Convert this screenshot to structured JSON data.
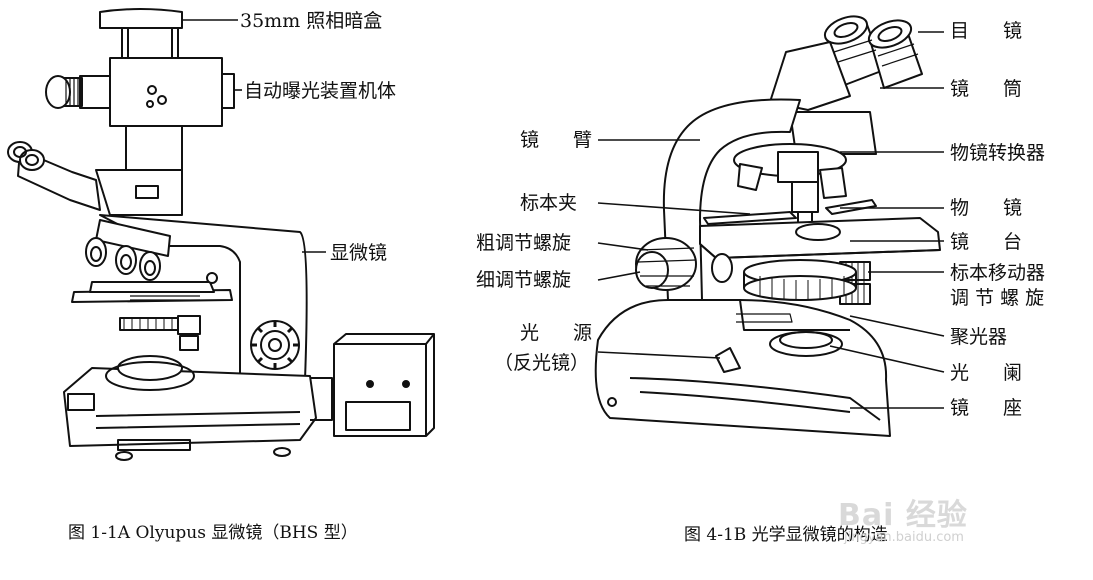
{
  "figure_a": {
    "labels": {
      "camera_box": "35mm 照相暗盒",
      "auto_exposure": "自动曝光装置机体",
      "microscope": "显微镜"
    },
    "caption": "图 1-1A Olyupus 显微镜（BHS 型）"
  },
  "figure_b": {
    "labels": {
      "eyepiece": "目 镜",
      "tube": "镜 筒",
      "arm": "镜 臂",
      "revolver": "物镜转换器",
      "clip": "标本夹",
      "objective": "物 镜",
      "coarse": "粗调节螺旋",
      "stage": "镜 台",
      "fine": "细调节螺旋",
      "mover_1": "标本移动器",
      "mover_2": "调 节 螺 旋",
      "light_1": "光 源",
      "light_2": "（反光镜）",
      "condenser": "聚光器",
      "diaphragm": "光 阑",
      "base": "镜 座"
    },
    "caption": "图 4-1B 光学显微镜的构造"
  },
  "watermark": {
    "main": "Bai 经验",
    "sub": "jingyan.baidu.com"
  },
  "colors": {
    "ink": "#111111",
    "watermark": "#d9d9d9"
  }
}
